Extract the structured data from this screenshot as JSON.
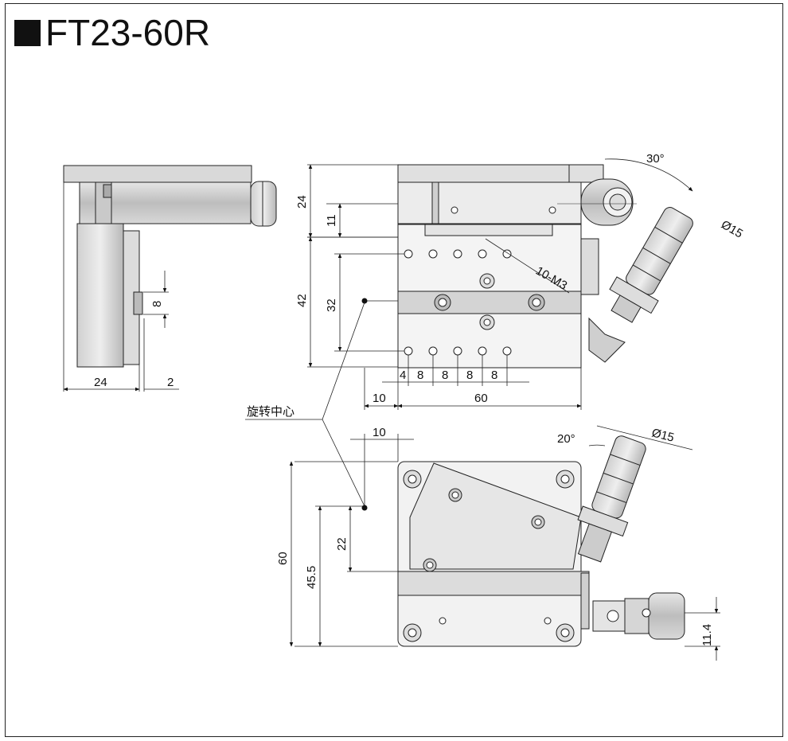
{
  "title": "FT23-60R",
  "rotation_center_label": "旋转中心",
  "side_view": {
    "dim_width": "24",
    "dim_offset": "2",
    "dim_knob": "8"
  },
  "front_view": {
    "dim_height_total": "24",
    "dim_height_lower": "11",
    "dim_angle": "30°",
    "dim_knob_dia": "Ø15"
  },
  "top_view": {
    "dim_height": "42",
    "dim_hole_span": "32",
    "dim_holes": "10-M3",
    "dim_pitch_first": "4",
    "dim_pitch": [
      "8",
      "8",
      "8",
      "8"
    ],
    "dim_offset": "10",
    "dim_width": "60"
  },
  "bottom_view": {
    "dim_offset": "10",
    "dim_angle": "20°",
    "dim_knob_dia": "Ø15",
    "dim_height": "60",
    "dim_center_height": "45.5",
    "dim_center_offset": "22",
    "dim_knob_height": "11.4"
  }
}
